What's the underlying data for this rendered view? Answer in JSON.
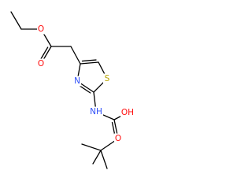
{
  "colors": {
    "background": "#ffffff",
    "bond": "#000000",
    "oxygen": "#ff0d0d",
    "nitrogen": "#3050f8",
    "sulfur": "#b8a500"
  },
  "molecule": {
    "atom_labels": {
      "ester_oxygen": "O",
      "carbonyl_oxygen": "O",
      "ring_nitrogen": "N",
      "ring_sulfur": "S",
      "amide_nitrogen": "NH",
      "carbamate_hydroxyl": "OH",
      "tert_butyl_oxygen": "O"
    }
  }
}
